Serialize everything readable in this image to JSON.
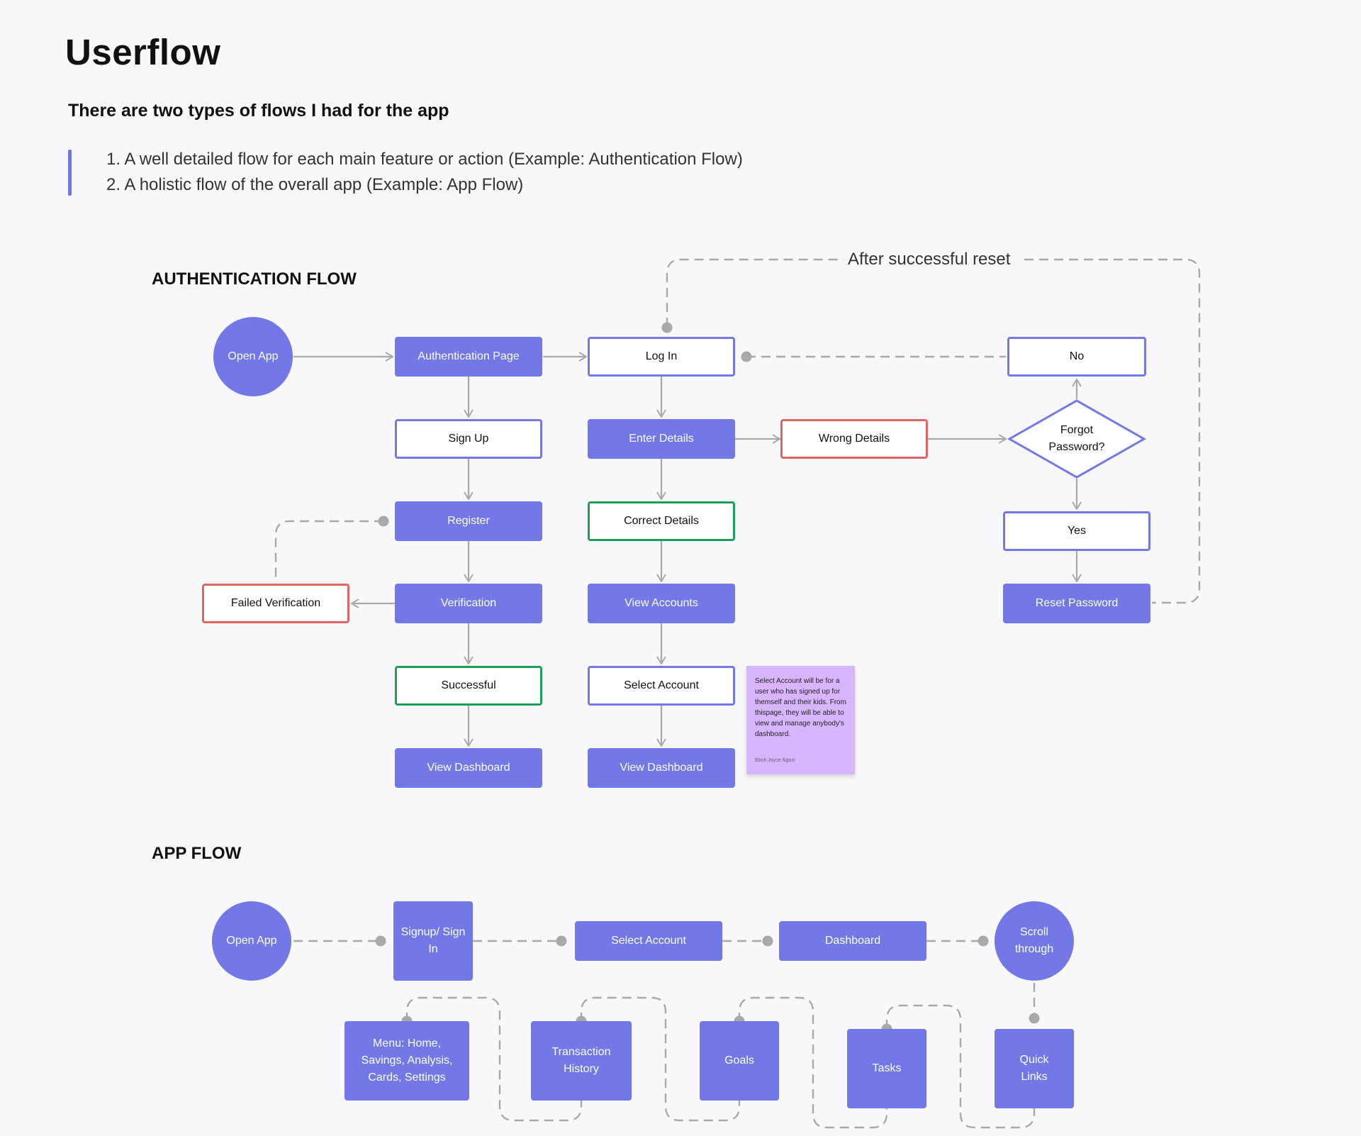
{
  "page": {
    "title": "Userflow",
    "subtitle": "There are two types of flows I had for the app",
    "flow_types": [
      "1. A well detailed flow for each main feature or action (Example: Authentication Flow)",
      "2. A holistic flow of the overall app (Example: App Flow)"
    ]
  },
  "colors": {
    "primary": "#7278e6",
    "error": "#e26565",
    "success": "#1d9e57",
    "connector": "#a9a9a9",
    "sticky_note": "#d9b5ff"
  },
  "auth_flow": {
    "heading": "AUTHENTICATION FLOW",
    "reset_label": "After successful reset",
    "nodes": {
      "open_app": "Open App",
      "auth_page": "Authentication Page",
      "log_in": "Log In",
      "no": "No",
      "sign_up": "Sign Up",
      "enter_details": "Enter Details",
      "wrong_details": "Wrong Details",
      "forgot_password": "Forgot Password?",
      "register": "Register",
      "correct_details": "Correct Details",
      "yes": "Yes",
      "failed_verification": "Failed Verification",
      "verification": "Verification",
      "view_accounts": "View Accounts",
      "reset_password": "Reset Password",
      "successful": "Successful",
      "select_account": "Select Account",
      "view_dashboard_left": "View Dashboard",
      "view_dashboard_right": "View Dashboard"
    },
    "sticky_note": {
      "text": "Select Account will be for a user who has signed up for themself and their kids. From thispage, they will be able to view and manage anybody's dashboard.",
      "author": "Eboh Joyce Ngozi"
    }
  },
  "app_flow": {
    "heading": "APP FLOW",
    "nodes": {
      "open_app": "Open App",
      "signup_signin": "Signup/ Sign In",
      "select_account": "Select Account",
      "dashboard": "Dashboard",
      "scroll_through": "Scroll through",
      "menu": "Menu: Home, Savings, Analysis, Cards, Settings",
      "transaction_history": "Transaction History",
      "goals": "Goals",
      "tasks": "Tasks",
      "quick_links": "Quick Links"
    }
  }
}
